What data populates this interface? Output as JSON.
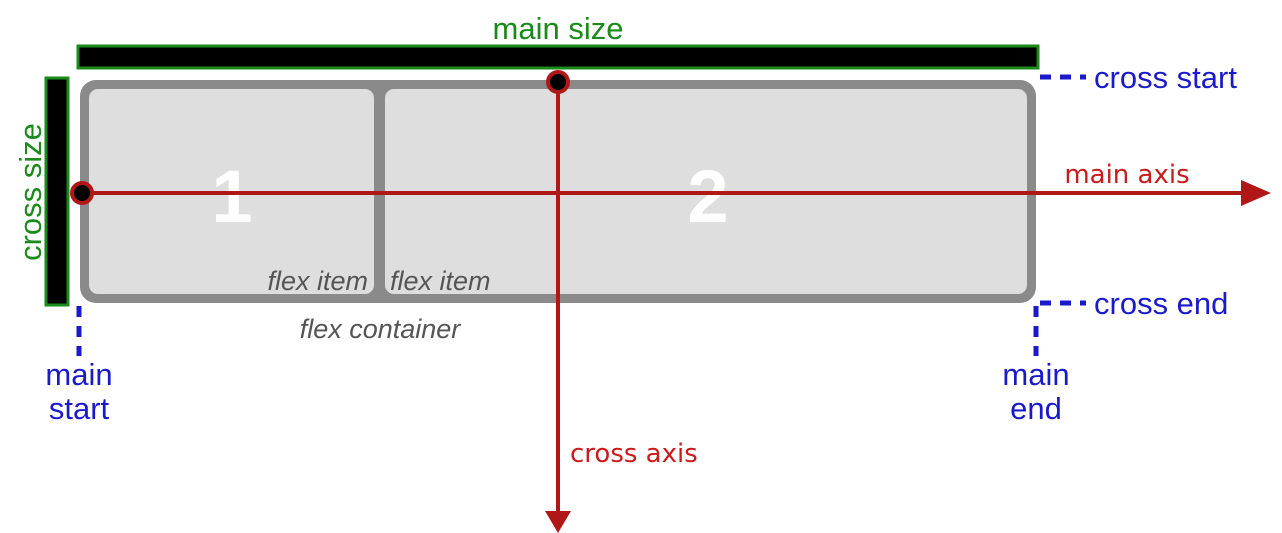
{
  "labels": {
    "main_size": "main size",
    "cross_size": "cross size",
    "cross_start": "cross start",
    "cross_end": "cross end",
    "main_axis": "main axis",
    "cross_axis": "cross axis",
    "main_start_1": "main",
    "main_start_2": "start",
    "main_end_1": "main",
    "main_end_2": "end",
    "flex_container": "flex container"
  },
  "items": [
    {
      "number": "1",
      "caption": "flex item"
    },
    {
      "number": "2",
      "caption": "flex item"
    }
  ],
  "colors": {
    "size_green": "#1a8a1a",
    "edge_blue": "#1a1acc",
    "axis_red": "#b01818",
    "container_grey": "#8a8a8a",
    "item_fill": "#dedede"
  }
}
